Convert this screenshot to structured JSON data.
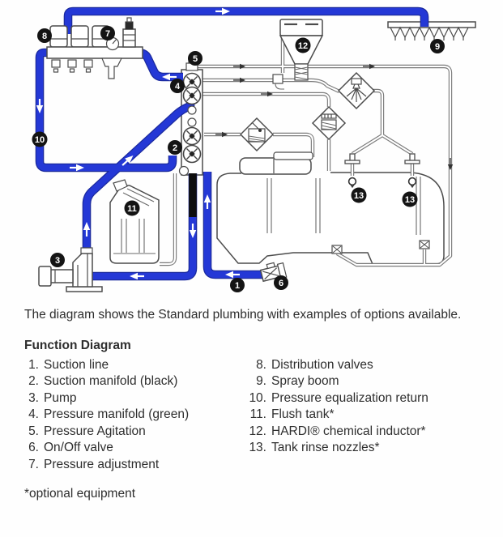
{
  "intro": "The diagram shows the Standard plumbing with examples of options available.",
  "legend": {
    "title": "Function Diagram",
    "left": [
      {
        "num": "1.",
        "label": "Suction line"
      },
      {
        "num": "2.",
        "label": "Suction manifold (black)"
      },
      {
        "num": "3.",
        "label": "Pump"
      },
      {
        "num": "4.",
        "label": "Pressure manifold (green)"
      },
      {
        "num": "5.",
        "label": "Pressure Agitation"
      },
      {
        "num": "6.",
        "label": "On/Off valve"
      },
      {
        "num": "7.",
        "label": "Pressure adjustment"
      }
    ],
    "right": [
      {
        "num": "8.",
        "label": "Distribution valves"
      },
      {
        "num": "9.",
        "label": "Spray boom"
      },
      {
        "num": "10.",
        "label": "Pressure equalization return"
      },
      {
        "num": "11.",
        "label": "Flush tank*"
      },
      {
        "num": "12.",
        "label": "HARDI® chemical inductor*"
      },
      {
        "num": "13.",
        "label": "Tank rinse nozzles*"
      }
    ],
    "footnote": "*optional equipment"
  },
  "diagram": {
    "callouts": [
      {
        "n": "1"
      },
      {
        "n": "2"
      },
      {
        "n": "3"
      },
      {
        "n": "4"
      },
      {
        "n": "5"
      },
      {
        "n": "6"
      },
      {
        "n": "7"
      },
      {
        "n": "8"
      },
      {
        "n": "9"
      },
      {
        "n": "10"
      },
      {
        "n": "11"
      },
      {
        "n": "12"
      },
      {
        "n": "13"
      }
    ],
    "colors": {
      "pipe_blue": "#2438d6",
      "pipe_blue_outline": "#1b2a9e",
      "suction_manifold_black": "#0d0d0d",
      "component_outline": "#4c4c4c",
      "badge": "#141414"
    }
  }
}
